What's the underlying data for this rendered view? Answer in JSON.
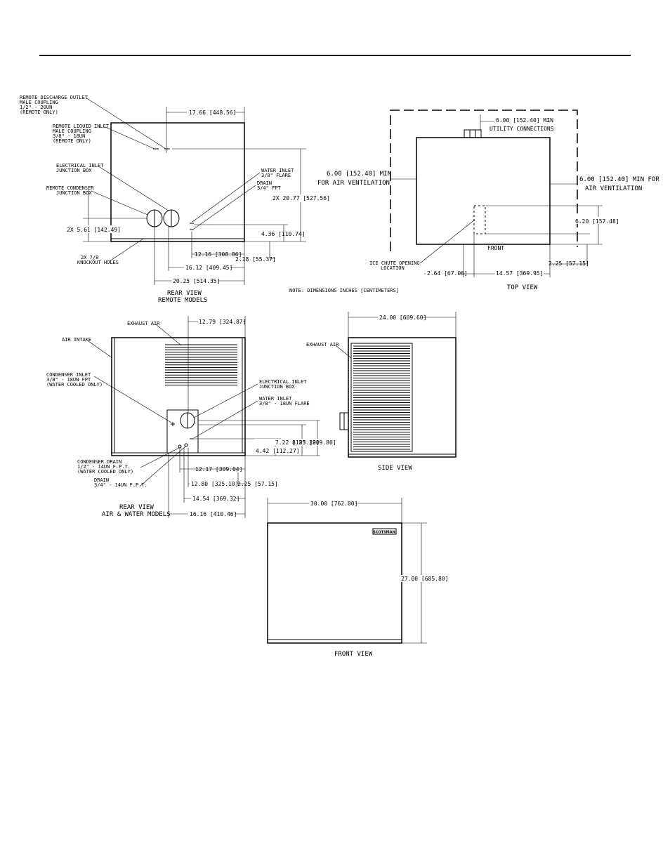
{
  "note": "NOTE: DIMENSIONS INCHES [CENTIMETERS]",
  "rear_remote": {
    "title_line1": "REAR VIEW",
    "title_line2": "REMOTE MODELS",
    "callouts": {
      "discharge": [
        "REMOTE DISCHARGE OUTLET",
        "MALE COUPLING",
        "1/2\" - 20UN",
        "(REMOTE ONLY)"
      ],
      "liquid": [
        "REMOTE LIQUID INLET",
        "MALE COUPLING",
        "3/8\" - 18UN",
        "(REMOTE ONLY)"
      ],
      "electrical": [
        "ELECTRICAL INLET",
        "JUNCTION BOX"
      ],
      "condenser_box": [
        "REMOTE CONDENSER",
        "JUNCTION BOX"
      ],
      "water_inlet": [
        "WATER INLET",
        "3/8\" FLARE"
      ],
      "drain": [
        "DRAIN",
        "3/4\" FPT"
      ],
      "holes": [
        "2X 7/8",
        "KNOCKOUT HOLES"
      ]
    },
    "dims": {
      "top": "17.66 [448.56]",
      "right": "2X 20.77 [527.56]",
      "left": "2X 5.61 [142.49]",
      "d1": "4.36 [110.74]",
      "d2": "12.16 [308.86]",
      "d3": "2.18 [55.37]",
      "d4": "16.12 [409.45]",
      "d5": "20.25 [514.35]"
    }
  },
  "top_view": {
    "title": "TOP VIEW",
    "utility": [
      "6.00 [152.40] MIN",
      "UTILITY CONNECTIONS"
    ],
    "left_vent": [
      "6.00 [152.40] MIN",
      "FOR AIR VENTILATION"
    ],
    "right_vent": [
      "6.00 [152.40] MIN FOR",
      "AIR VENTILATION"
    ],
    "front_label": "FRONT",
    "opening": [
      "ICE CHUTE OPENING",
      "LOCATION"
    ],
    "dims": {
      "depth": "6.20 [157.48]",
      "offset": "2.25 [57.15]",
      "d1": "2.64 [67.06]",
      "d2": "14.57 [369.95]"
    }
  },
  "rear_air": {
    "title_line1": "REAR VIEW",
    "title_line2": "AIR & WATER MODELS",
    "callouts": {
      "exhaust": "EXHAUST AIR",
      "intake": "AIR INTAKE",
      "cond_inlet": [
        "CONDENSER INLET",
        "3/8\" - 18UN FPT",
        "(WATER COOLED ONLY)"
      ],
      "electrical": [
        "ELECTRICAL INLET",
        "JUNCTION BOX"
      ],
      "water_inlet": [
        "WATER INLET",
        "3/8\" - 18UN FLARE"
      ],
      "cond_drain": [
        "CONDENSER DRAIN",
        "1/2\" - 14UN F.P.T.",
        "(WATER COOLED ONLY)"
      ],
      "drain": [
        "DRAIN",
        "3/4\" - 14UN F.P.T."
      ]
    },
    "dims": {
      "top": "12.79 [324.87]",
      "d1": "7.22 [183.39]",
      "d2": "8.25 [209.80]",
      "d3": "4.42 [112.27]",
      "d4": "12.17 [309.04]",
      "d5": "12.80 [325.10]",
      "d6": "2.25 [57.15]",
      "d7": "14.54 [369.32]",
      "d8": "16.16 [410.46]"
    }
  },
  "side_view": {
    "title": "SIDE VIEW",
    "exhaust": "EXHAUST AIR",
    "dim": "24.00 [609.60]"
  },
  "front_view": {
    "title": "FRONT VIEW",
    "width": "30.00 [762.00]",
    "height": "27.00 [685.80]"
  },
  "logo": "SCOTSMAN"
}
